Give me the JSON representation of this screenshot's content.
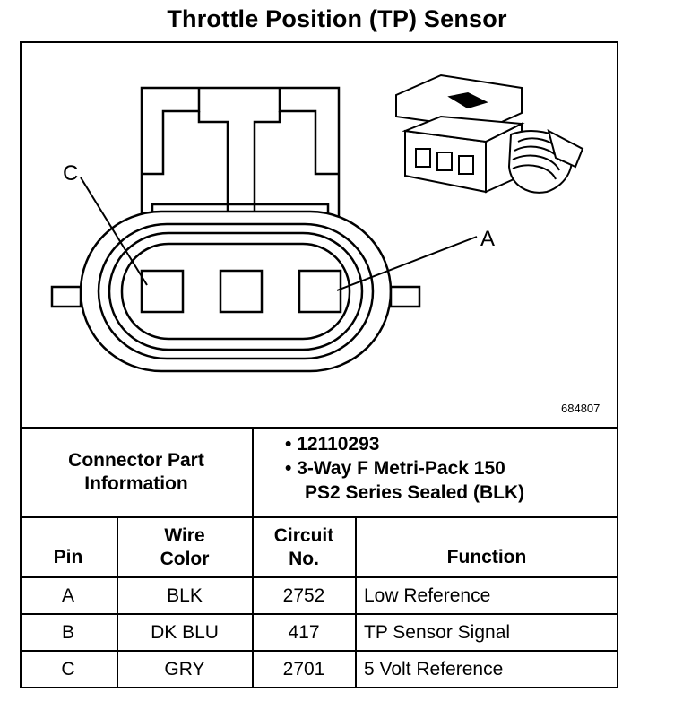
{
  "title": "Throttle Position (TP) Sensor",
  "figure": {
    "label_c": "C",
    "label_a": "A",
    "figure_number": "684807"
  },
  "connector_info": {
    "label_line1": "Connector Part",
    "label_line2": "Information",
    "part_number": "12110293",
    "description_line1": "3-Way F Metri-Pack 150",
    "description_line2": "PS2 Series Sealed (BLK)"
  },
  "table": {
    "headers": {
      "pin": "Pin",
      "wire_color_line1": "Wire",
      "wire_color_line2": "Color",
      "circuit_line1": "Circuit",
      "circuit_line2": "No.",
      "function": "Function"
    },
    "rows": [
      {
        "pin": "A",
        "wire": "BLK",
        "circuit": "2752",
        "function": "Low Reference"
      },
      {
        "pin": "B",
        "wire": "DK BLU",
        "circuit": "417",
        "function": "TP Sensor Signal"
      },
      {
        "pin": "C",
        "wire": "GRY",
        "circuit": "2701",
        "function": "5 Volt Reference"
      }
    ]
  }
}
